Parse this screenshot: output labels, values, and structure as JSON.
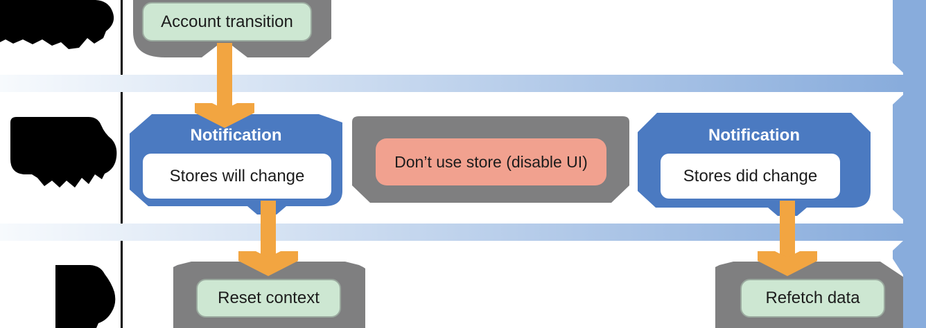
{
  "canvas": {
    "background": "#ffffff"
  },
  "colors": {
    "container_gray": "#7f7f80",
    "notification_blue": "#4b7ac1",
    "action_green_fill": "#cde7d2",
    "action_green_border": "#9aa99e",
    "warning_fill": "#f1a18f",
    "arrow_orange": "#f2a541",
    "timeline_blue": "#88acdc",
    "band_start": "#f7fafd",
    "divider_black": "#000000",
    "redaction_black": "#000000"
  },
  "nodes": {
    "account_transition": {
      "label": "Account transition"
    },
    "notification_will": {
      "title": "Notification",
      "label": "Stores will change"
    },
    "dont_use_store": {
      "label": "Don’t use store (disable UI)"
    },
    "notification_did": {
      "title": "Notification",
      "label": "Stores did change"
    },
    "reset_context": {
      "label": "Reset context"
    },
    "refetch_data": {
      "label": "Refetch data"
    }
  },
  "lanes": [
    {
      "id": "lane-1",
      "redacted": true
    },
    {
      "id": "lane-2",
      "redacted": true
    },
    {
      "id": "lane-3",
      "redacted": true
    }
  ]
}
